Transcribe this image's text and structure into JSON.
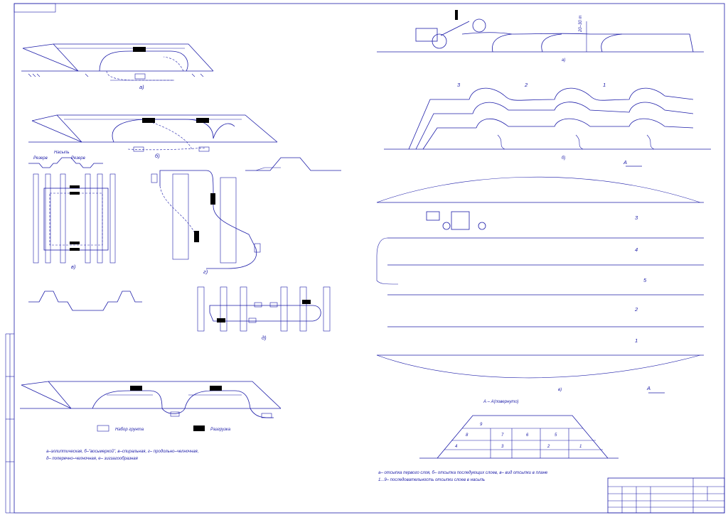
{
  "labels": {
    "fig_a": "а)",
    "fig_b": "б)",
    "fig_v": "в)",
    "fig_g": "г)",
    "fig_d": "д)",
    "reserve_left": "Резерв",
    "embankment": "Насыпь",
    "reserve_right": "Резерв",
    "legend_fill": "Набор грунта",
    "legend_unload": "Разгрузка",
    "caption_left_1": "а–эллиптическая, б–\"восьмеркой\", в–спиральная, г– продольно–челночная,",
    "caption_left_2": "д– поперечно–челночная, е– зигзагообразная",
    "right_a": "а)",
    "right_b": "б)",
    "right_v": "в)",
    "section_mark_1": "А",
    "section_mark_2": "А",
    "section_title": "А – А(повернуто)",
    "layer_top_1": "3",
    "layer_top_2": "2",
    "layer_top_3": "1",
    "plan_3": "3",
    "plan_4": "4",
    "plan_5": "5",
    "plan_2": "2",
    "plan_1": "1",
    "dim_label": "20–30 m",
    "caption_right_1": "а– отсыпка первого слоя, б– отсыпка последующих слоев, в– вид отсыпки в плане",
    "caption_right_2": "1...9– последовательность отсыпки слоев в насыпь"
  },
  "section_cells": [
    "9",
    "8",
    "7",
    "6",
    "5",
    "4",
    "3",
    "2",
    "1"
  ],
  "colors": {
    "ink": "#1c1ca8",
    "unload": "#000000"
  }
}
